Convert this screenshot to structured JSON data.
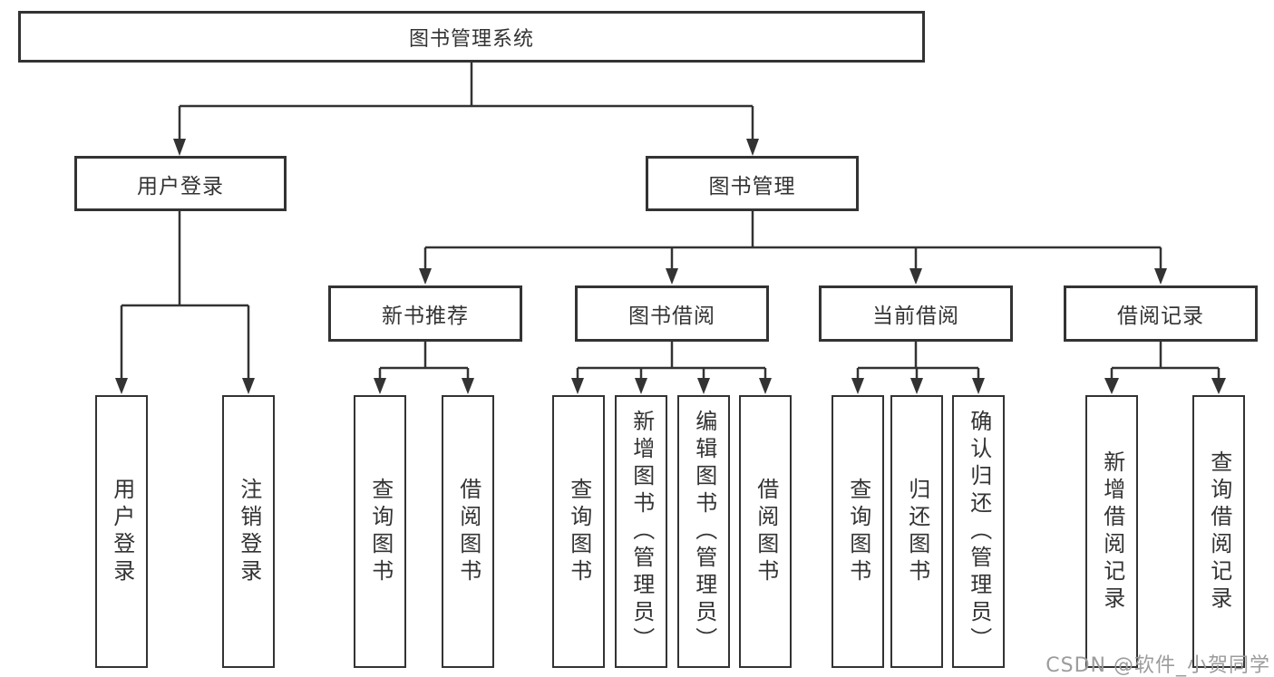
{
  "diagram": {
    "title": "图书管理系统",
    "root": {
      "label": "图书管理系统"
    },
    "level2": {
      "user_login": {
        "label": "用户登录"
      },
      "book_management": {
        "label": "图书管理"
      }
    },
    "level3": {
      "new_book_recommend": {
        "label": "新书推荐"
      },
      "book_borrow": {
        "label": "图书借阅"
      },
      "current_borrow": {
        "label": "当前借阅"
      },
      "borrow_record": {
        "label": "借阅记录"
      }
    },
    "leaves": {
      "user_login": [
        "用户登录",
        "注销登录"
      ],
      "new_book_recommend": [
        "查询图书",
        "借阅图书"
      ],
      "book_borrow": [
        "查询图书",
        "新增图书（管理员）",
        "编辑图书（管理员）",
        "借阅图书"
      ],
      "current_borrow": [
        "查询图书",
        "归还图书",
        "确认归还（管理员）"
      ],
      "borrow_record": [
        "新增借阅记录",
        "查询借阅记录"
      ]
    }
  },
  "watermark": {
    "text": "CSDN @软件_小贺同学"
  },
  "colors": {
    "line": "#333333",
    "box_border": "#333333",
    "box_fill": "#ffffff",
    "text": "#333333",
    "watermark": "#9c9c9c"
  }
}
